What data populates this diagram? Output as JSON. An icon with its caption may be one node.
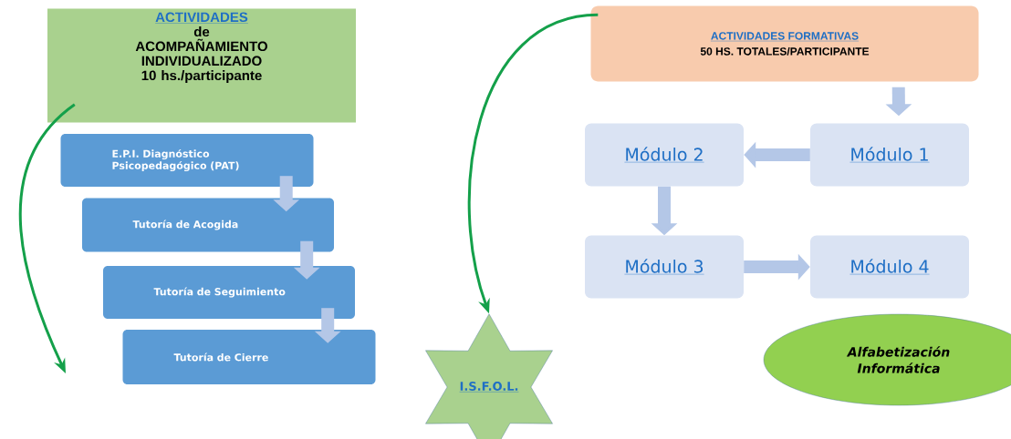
{
  "diagram": {
    "nodes": [
      {
        "text": [
          "ACTIVIDADES",
          "de",
          "ACOMPAÑAMIENTO INDIVIDUALIZADO",
          "10 hs./participante"
        ]
      },
      {
        "text": [
          "E.P.I. Diagnóstico Psicopedagógico (PAT)"
        ]
      },
      {
        "text": [
          "Tutoría de Acogida"
        ]
      },
      {
        "text": [
          "Tutoría de Seguimiento"
        ]
      },
      {
        "text": [
          "Tutoría de Cierre"
        ]
      },
      {
        "text": [
          "I.S.F.O.L."
        ]
      },
      {
        "text": [
          "ACTIVIDADES FORMATIVAS",
          "50 HS. TOTALES/PARTICIPANTE"
        ]
      },
      {
        "text": [
          "Módulo 1"
        ]
      },
      {
        "text": [
          "Módulo 2"
        ]
      },
      {
        "text": [
          "Módulo 3"
        ]
      },
      {
        "text": [
          "Módulo 4"
        ]
      },
      {
        "text": [
          "Alfabetización Informática"
        ]
      }
    ],
    "edges": [
      {
        "from": 0,
        "to": null,
        "arrow": "to",
        "color": "#14a04a"
      },
      {
        "from": 6,
        "to": 5,
        "arrow": "to",
        "color": "#14a04a"
      },
      {
        "from": 1,
        "to": 2,
        "arrow": "to"
      },
      {
        "from": 2,
        "to": 3,
        "arrow": "to"
      },
      {
        "from": 3,
        "to": 4,
        "arrow": "to"
      },
      {
        "from": 6,
        "to": 7,
        "arrow": "to"
      },
      {
        "from": 7,
        "to": 8,
        "arrow": "to"
      },
      {
        "from": 8,
        "to": 9,
        "arrow": "to"
      },
      {
        "from": 9,
        "to": 10,
        "arrow": "to"
      }
    ]
  }
}
